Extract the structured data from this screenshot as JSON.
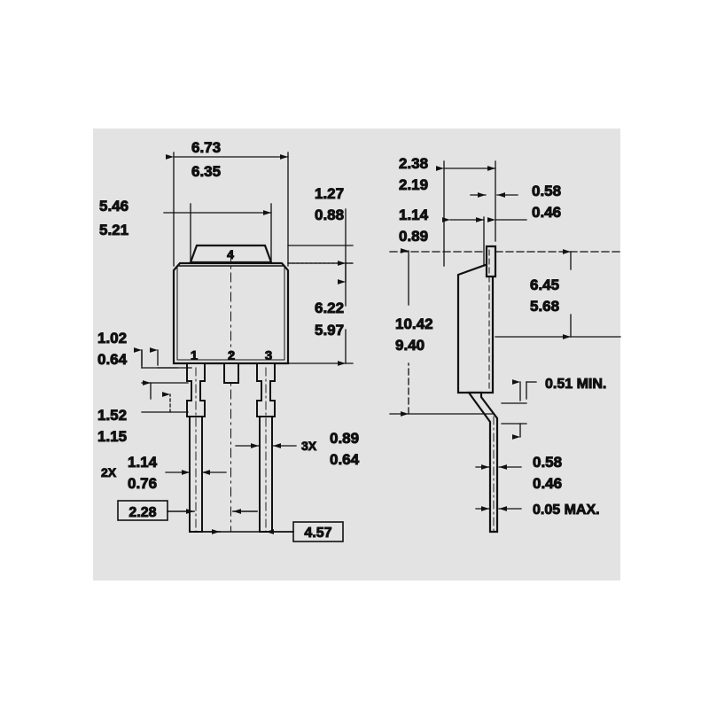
{
  "drawing": {
    "title": "TO-252 / DPAK package mechanical outline",
    "background_color": "#e3e3e3",
    "page_color": "#ffffff",
    "line_color": "#111111",
    "views": [
      "front-view",
      "side-view"
    ]
  },
  "front_view": {
    "pin_labels": {
      "pin1": "1",
      "pin2": "2",
      "pin3": "3",
      "pin4": "4"
    },
    "dimensions": {
      "body_width_max": "6.73",
      "body_width_min": "6.35",
      "tab_width_max": "5.46",
      "tab_width_min": "5.21",
      "tab_height_max": "1.27",
      "tab_height_min": "0.88",
      "body_height_max": "6.22",
      "body_height_min": "5.97",
      "lead_shoulder_max": "1.02",
      "lead_shoulder_min": "0.64",
      "lead_step_max": "1.52",
      "lead_step_min": "1.15",
      "outer_lead_width_qty": "2X",
      "outer_lead_width_max": "1.14",
      "outer_lead_width_min": "0.76",
      "lead_width_qty": "3X",
      "lead_width_max": "0.89",
      "lead_width_min": "0.64",
      "lead_pitch_basic": "2.28",
      "lead_span_basic": "4.57"
    }
  },
  "side_view": {
    "dimensions": {
      "tab_thickness_max": "2.38",
      "tab_thickness_min": "2.19",
      "tab_offset_max": "1.14",
      "tab_offset_min": "0.89",
      "tab_tip_width_max": "0.58",
      "tab_tip_width_min": "0.46",
      "body_depth_max": "6.45",
      "body_depth_min": "5.68",
      "overall_height_max": "10.42",
      "overall_height_min": "9.40",
      "standoff_min": "0.51 MIN.",
      "lead_thickness_max": "0.58",
      "lead_thickness_min": "0.46",
      "coplanarity_max": "0.05 MAX."
    }
  }
}
